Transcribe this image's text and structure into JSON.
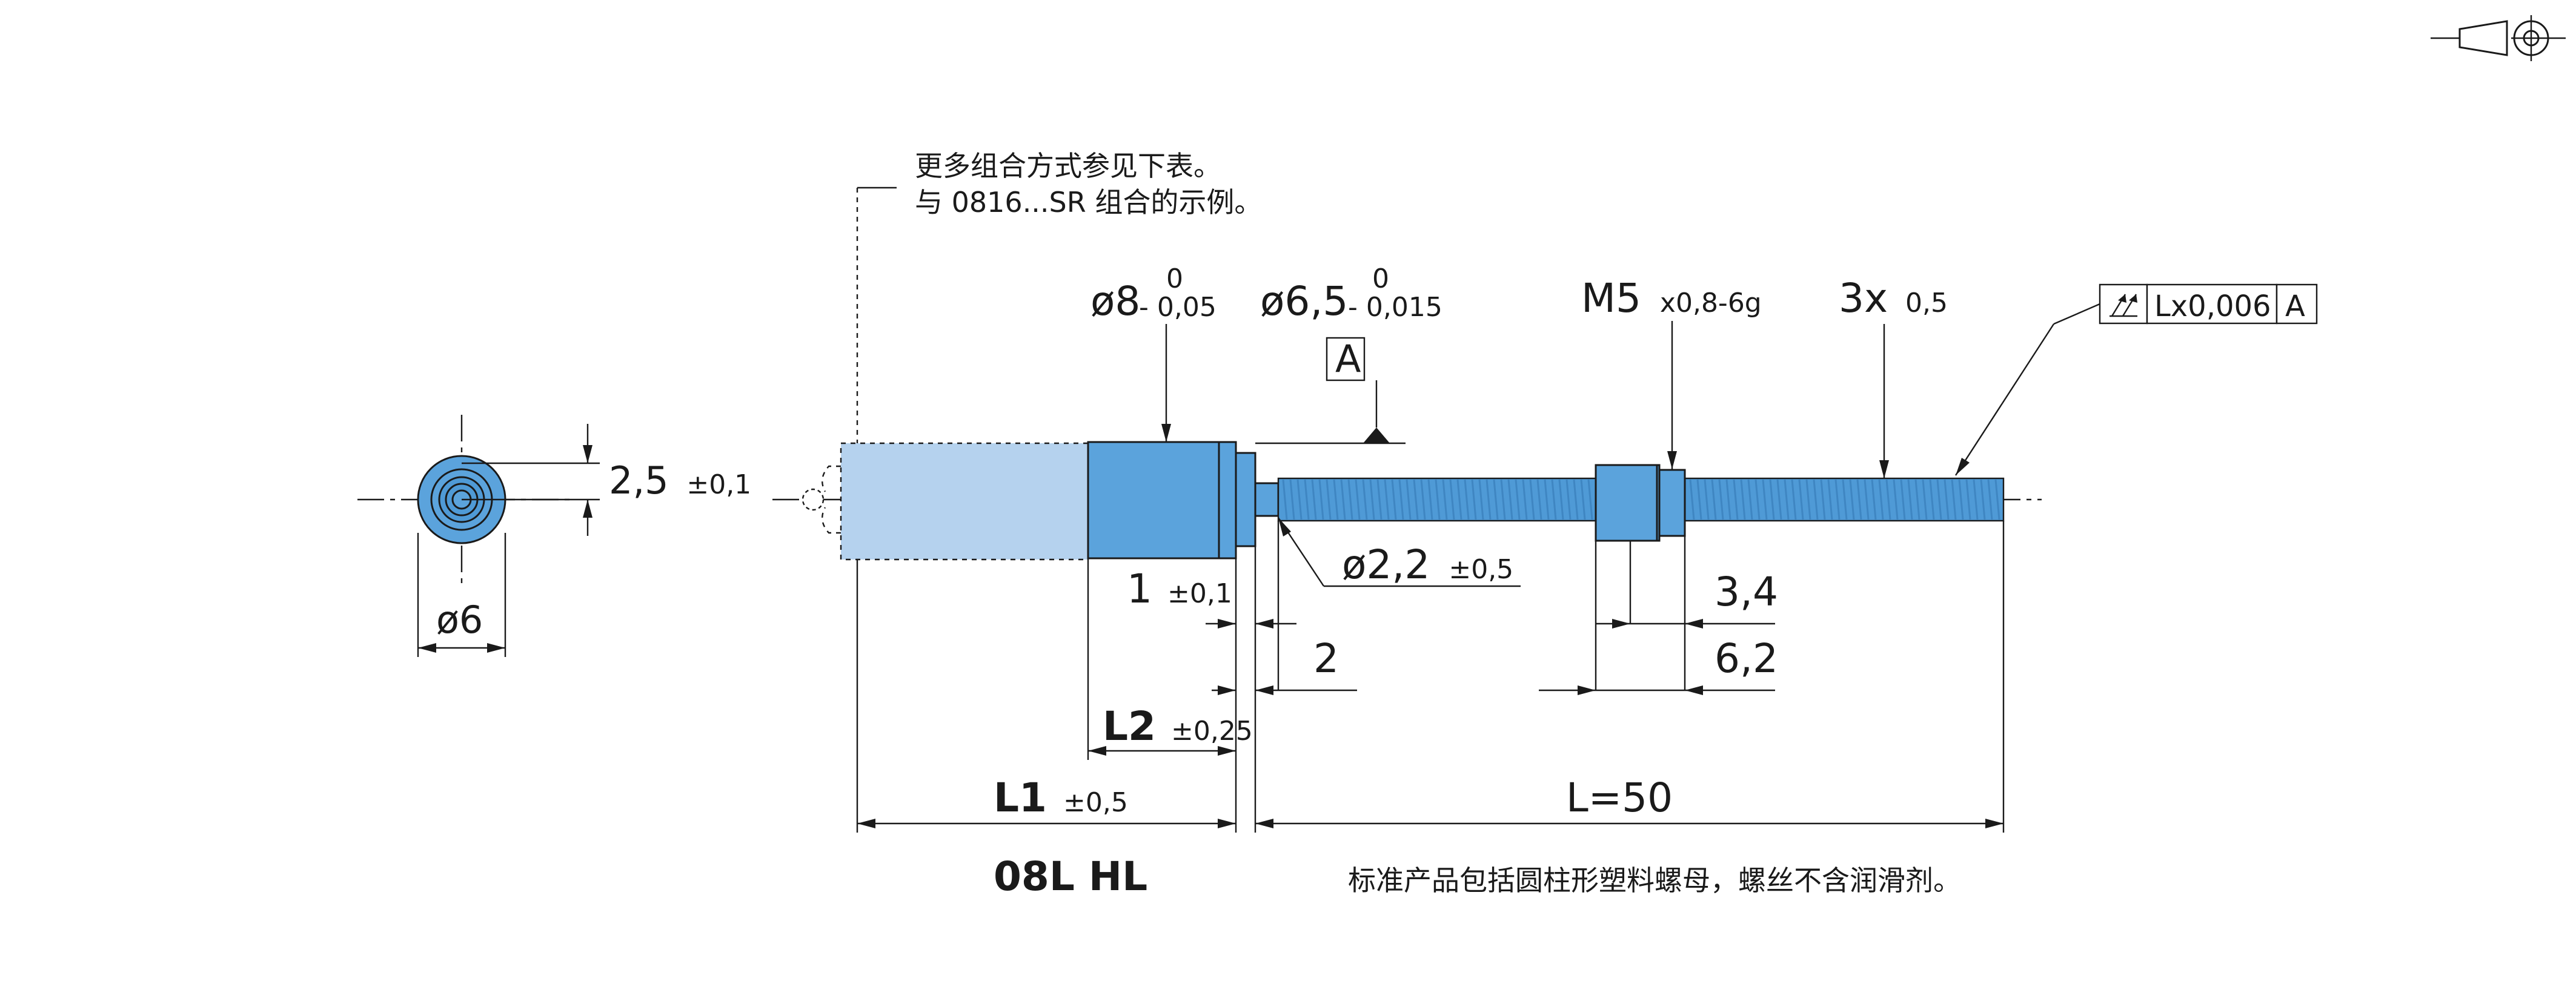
{
  "colors": {
    "body": "#5ba3dc",
    "body_light": "#b5d2ee",
    "thread": "#4f9ad6",
    "thread_stripe": "#3f86c2",
    "line": "#1a1a1a"
  },
  "notes": {
    "top_line1": "更多组合方式参见下表。",
    "top_line2": "与 0816...SR 组合的示例。",
    "bottom_note": "标准产品包括圆柱形塑料螺母，螺丝不含润滑剂。"
  },
  "model_label": "08L HL",
  "dims": {
    "d8_main": "ø8",
    "d8_upper": "0",
    "d8_lower": "- 0,05",
    "d65_main": "ø6,5",
    "d65_upper": "0",
    "d65_lower": "- 0,015",
    "datum": "A",
    "thread_main": "M5",
    "thread_sub": "x0,8-6g",
    "pitch_main": "3x",
    "pitch_sub": "0,5",
    "tol_value": "Lx0,006",
    "tol_datum": "A",
    "d22_main": "ø2,2",
    "d22_sub": "±0,5",
    "one_main": "1",
    "one_sub": "±0,1",
    "two": "2",
    "l2_main": "L2",
    "l2_sub": "±0,25",
    "l1_main": "L1",
    "l1_sub": "±0,5",
    "l_total": "L=50",
    "v34": "3,4",
    "v62": "6,2",
    "side_main": "2,5",
    "side_sub": "±0,1",
    "d6": "ø6"
  }
}
